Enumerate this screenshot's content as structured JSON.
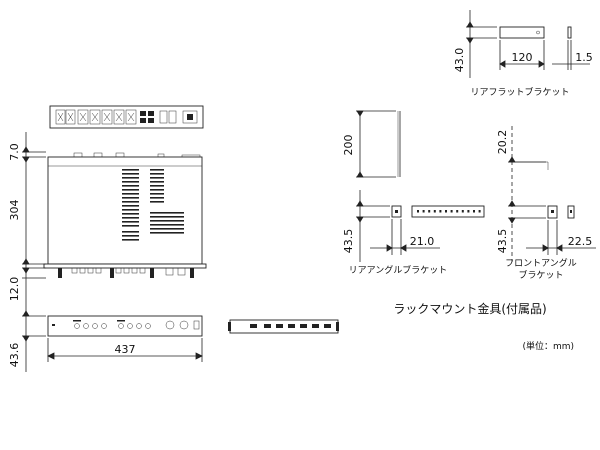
{
  "dimensions": {
    "top_height": "7.0",
    "depth": "304",
    "foot_height": "12.0",
    "front_height": "43.6",
    "width": "437",
    "rear_flat_height": "43.0",
    "rear_flat_width": "120",
    "rear_flat_thickness": "1.5",
    "rear_angle_length": "200",
    "rear_angle_height": "43.5",
    "rear_angle_width": "21.0",
    "front_angle_offset": "20.2",
    "front_angle_height": "43.5",
    "front_angle_width": "22.5"
  },
  "labels": {
    "rear_flat_bracket": "リアフラットブラケット",
    "rear_angle_bracket": "リアアングルブラケット",
    "front_angle_bracket_line1": "フロントアングル",
    "front_angle_bracket_line2": "ブラケット",
    "rack_mount_title": "ラックマウント金具(付属品)",
    "unit": "(単位：mm)"
  }
}
